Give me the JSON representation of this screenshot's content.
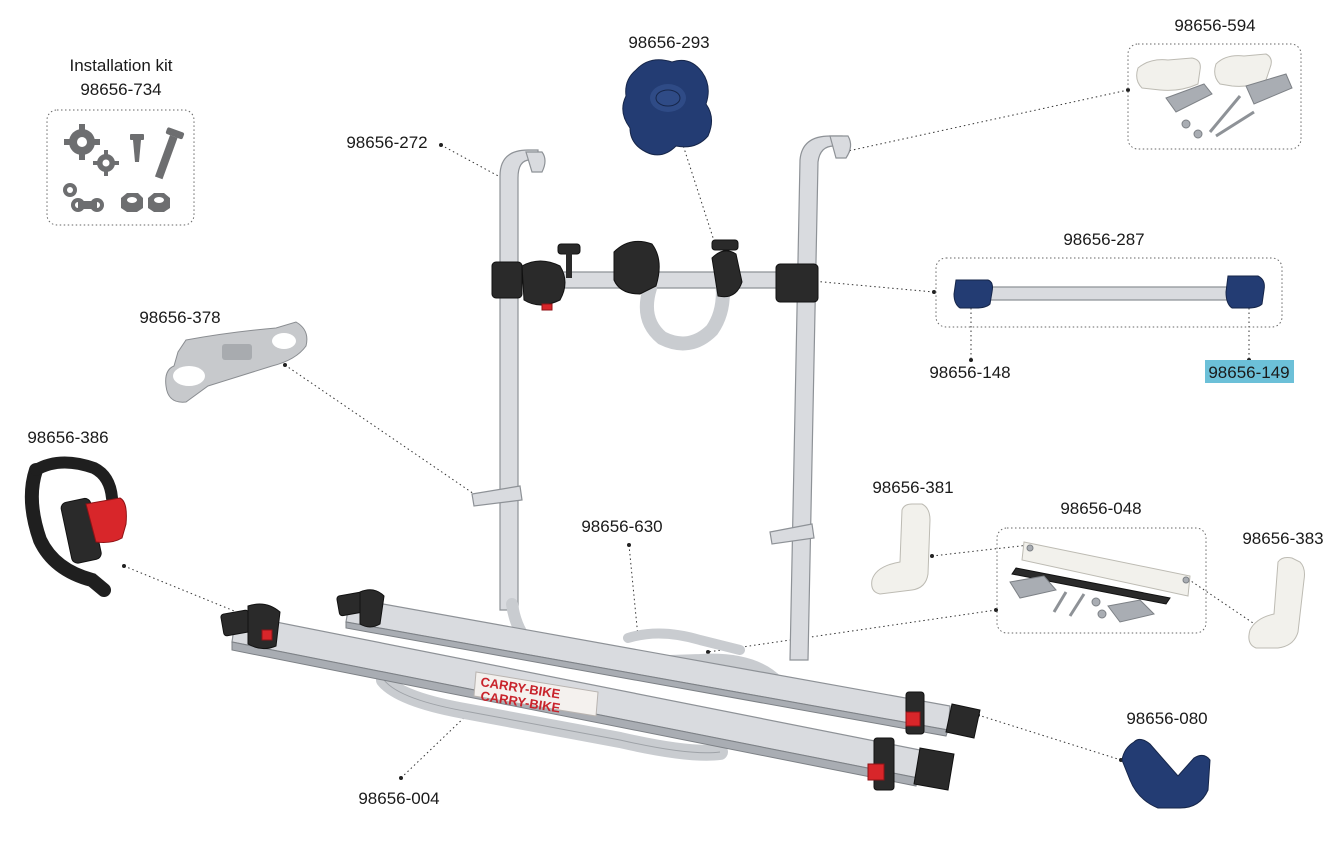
{
  "labels": {
    "kit_title": "Installation kit",
    "kit_code": "98656-734",
    "p272": "98656-272",
    "p293": "98656-293",
    "p594": "98656-594",
    "p287": "98656-287",
    "p148": "98656-148",
    "p149": "98656-149",
    "p378": "98656-378",
    "p386": "98656-386",
    "p630": "98656-630",
    "p381": "98656-381",
    "p048": "98656-048",
    "p383": "98656-383",
    "p080": "98656-080",
    "p004": "98656-004"
  },
  "product_print": {
    "brand_line1": "CARRY-BIKE",
    "brand_line2": "CARRY-BIKE"
  },
  "highlight_color": "#6cc0d8",
  "selected_part": "98656-149"
}
